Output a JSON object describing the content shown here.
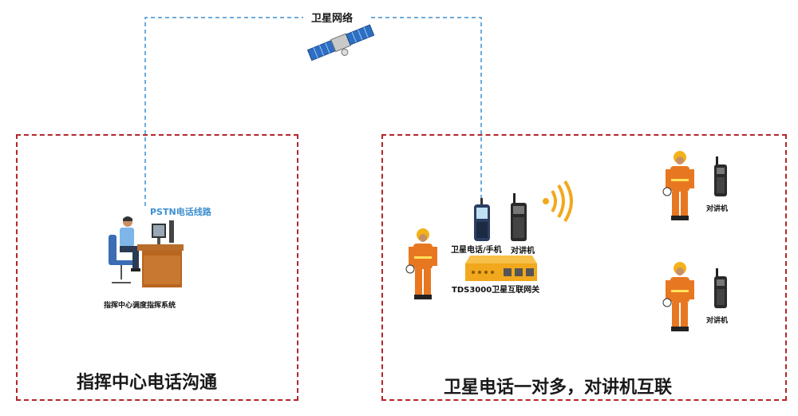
{
  "network_label": "卫星网络",
  "pstn_label": "PSTN电话线路",
  "left_panel": {
    "title": "指挥中心电话沟通",
    "station_label": "指挥中心调度指挥系统"
  },
  "right_panel": {
    "title": "卫星电话一对多，对讲机互联",
    "sat_phone_label": "卫星电话/手机",
    "radio_label_gateway": "对讲机",
    "gateway_label": "TDS3000卫星互联网关",
    "radio_label_top": "对讲机",
    "radio_label_bottom": "对讲机"
  },
  "colors": {
    "region_border": "#b3262b",
    "link_line": "#3d8fd0",
    "firefighter": "#e87722",
    "gateway": "#f2a81d"
  }
}
